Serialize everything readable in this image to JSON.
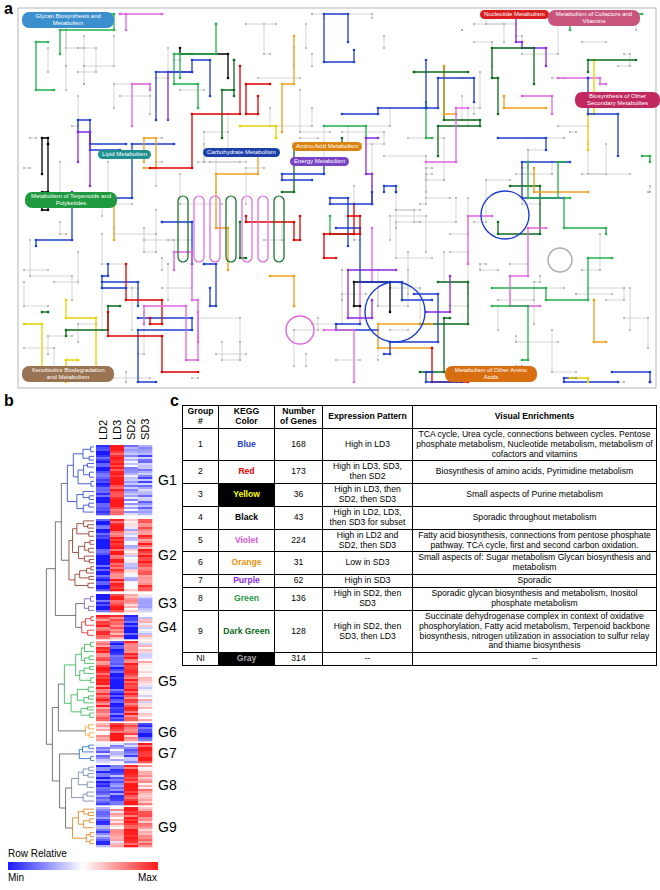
{
  "diagram": {
    "labels": [
      "a",
      "b",
      "c",
      "Glycan Biosynthesis and Metabolism",
      "Lipid Metabolism",
      "Carbohydrate Metabolism",
      "Nucleotide Metabolism",
      "Metabolism of Cofactors and Vitamins",
      "Amino Acid Metabolism",
      "Energy Metabolism",
      "Metabolism of Terpenoids and Polyketides",
      "Biosynthesis of Other Secondary Metabolites",
      "Metabolism of Other Amino Acids",
      "Xenobiotics Biodegradation and Metabolism",
      "LD2",
      "LD3",
      "SD2",
      "SD3",
      "G1",
      "G2",
      "G3",
      "G4",
      "G5",
      "G6",
      "G7",
      "G8",
      "G9",
      "Row Relative",
      "Min",
      "Max",
      "Group #",
      "KEGG Color",
      "Number of Genes",
      "Expression Pattern",
      "Visual Enrichments",
      "1",
      "Blue",
      "168",
      "High in LD3",
      "TCA cycle, Urea cycle, connections between cycles. Pentose phosphate metabolism, Nucleotide metabolism, metabolism of cofactors and vitamins",
      "2",
      "Red",
      "173",
      "High in LD3, SD3, then SD2",
      "Biosynthesis of amino acids, Pyrimidine metabolism",
      "3",
      "Yellow",
      "36",
      "High in LD3, then SD2, then SD3",
      "Small aspects of Purine metabolism",
      "4",
      "Black",
      "43",
      "High in LD2, LD3, then SD3 for subset",
      "Sporadic throughout metabolism",
      "5",
      "Violet",
      "224",
      "High in LD2 and SD2, then SD3",
      "Fatty acid biosynthesis, connections from pentose phosphate pathway. TCA cycle, first and second carbon oxidation.",
      "6",
      "Orange",
      "31",
      "Low in SD3",
      "Small aspects of: Sugar metabolism Glycan biosynthesis and metabolism",
      "7",
      "Purple",
      "62",
      "High in SD3",
      "Sporadic",
      "8",
      "Green",
      "136",
      "High in SD2, then SD3",
      "Sporadic glycan biosynthesis and metabolism, Inositol phosphate metabolism",
      "9",
      "Dark Green",
      "128",
      "High in SD2, then SD3, then LD3",
      "Succinate dehydrogenase complex in context of oxidative phosphorylation, Fatty acid metabolism, Terpenoid backbone biosynthesis, nitrogen utilization in association to sulfur relay and thiame biosynthesis",
      "NI",
      "Gray",
      "314",
      "--",
      "--"
    ]
  }
}
